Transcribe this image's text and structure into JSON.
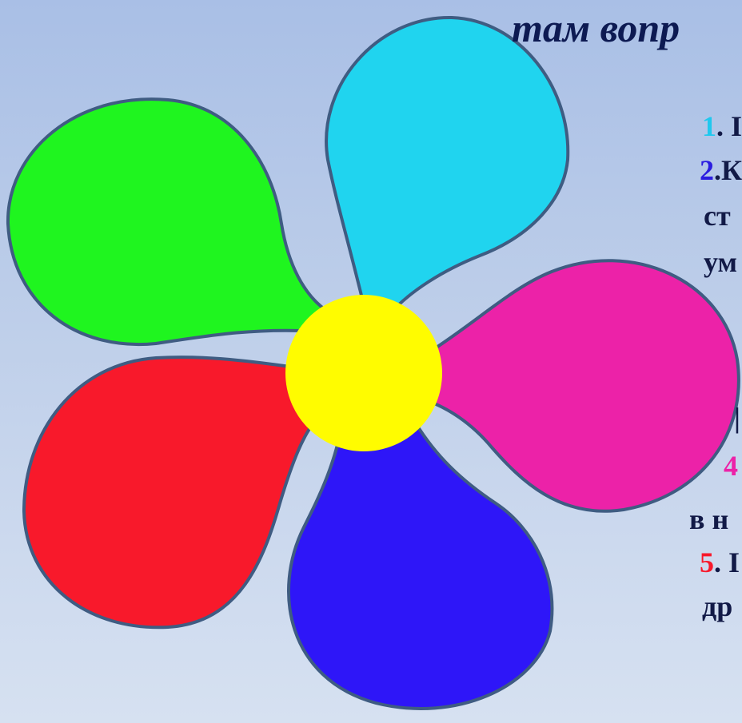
{
  "title": "там вопр",
  "colors": {
    "background_top": "#a9bfe6",
    "background_bottom": "#d6e1f1",
    "text": "#121a47",
    "petal_cyan": "#20d4ef",
    "petal_green": "#1ff51f",
    "petal_magenta": "#ec22a8",
    "petal_red": "#f8192b",
    "petal_blue": "#2e16f8",
    "center": "#fffc00",
    "outline": "#3f5c82"
  },
  "lines": [
    {
      "number": "1",
      "text": ". I",
      "number_color": "#20c8ee"
    },
    {
      "number": "2",
      "text": ".К",
      "number_color": "#2b1de0"
    },
    {
      "number": "",
      "text": "ст",
      "number_color": ""
    },
    {
      "number": "",
      "text": "ум",
      "number_color": ""
    },
    {
      "number": "",
      "text": "|",
      "number_color": ""
    },
    {
      "number": "",
      "text": "4",
      "number_color": "#ec22a8"
    },
    {
      "number": "",
      "text": "в н",
      "number_color": ""
    },
    {
      "number": "5",
      "text": ". I",
      "number_color": "#f8192b"
    },
    {
      "number": "",
      "text": "др",
      "number_color": ""
    }
  ]
}
